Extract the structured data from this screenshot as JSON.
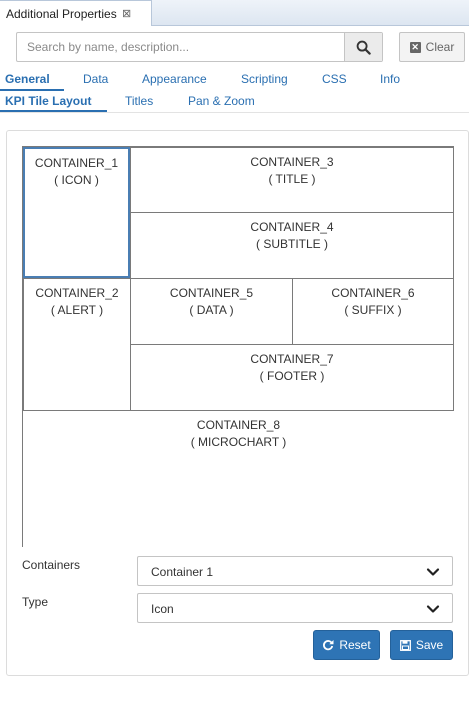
{
  "view": {
    "tab_title": "Additional Properties",
    "close_glyph": "⊠"
  },
  "search": {
    "placeholder": "Search by name, description...",
    "value": "",
    "clear_label": "Clear"
  },
  "nav": {
    "row1": [
      "General",
      "Data",
      "Appearance",
      "Scripting",
      "CSS",
      "Info"
    ],
    "row2": [
      "KPI Tile Layout",
      "Titles",
      "Pan & Zoom"
    ],
    "active_row1": "General",
    "active_row2": "KPI Tile Layout"
  },
  "layout": {
    "cells": [
      {
        "name": "CONTAINER_1",
        "role": "( ICON )",
        "selected": true
      },
      {
        "name": "CONTAINER_3",
        "role": "( TITLE )"
      },
      {
        "name": "CONTAINER_4",
        "role": "( SUBTITLE )"
      },
      {
        "name": "CONTAINER_2",
        "role": "( ALERT )"
      },
      {
        "name": "CONTAINER_5",
        "role": "( DATA )"
      },
      {
        "name": "CONTAINER_6",
        "role": "( SUFFIX )"
      },
      {
        "name": "CONTAINER_7",
        "role": "( FOOTER )"
      },
      {
        "name": "CONTAINER_8",
        "role": "( MICROCHART )"
      }
    ]
  },
  "form": {
    "containers_label": "Containers",
    "containers_value": "Container 1",
    "type_label": "Type",
    "type_value": "Icon",
    "reset_label": "Reset",
    "save_label": "Save"
  },
  "colors": {
    "accent": "#2e74b5",
    "selected_border": "#4a7eb3",
    "link": "#2a6fb1"
  }
}
